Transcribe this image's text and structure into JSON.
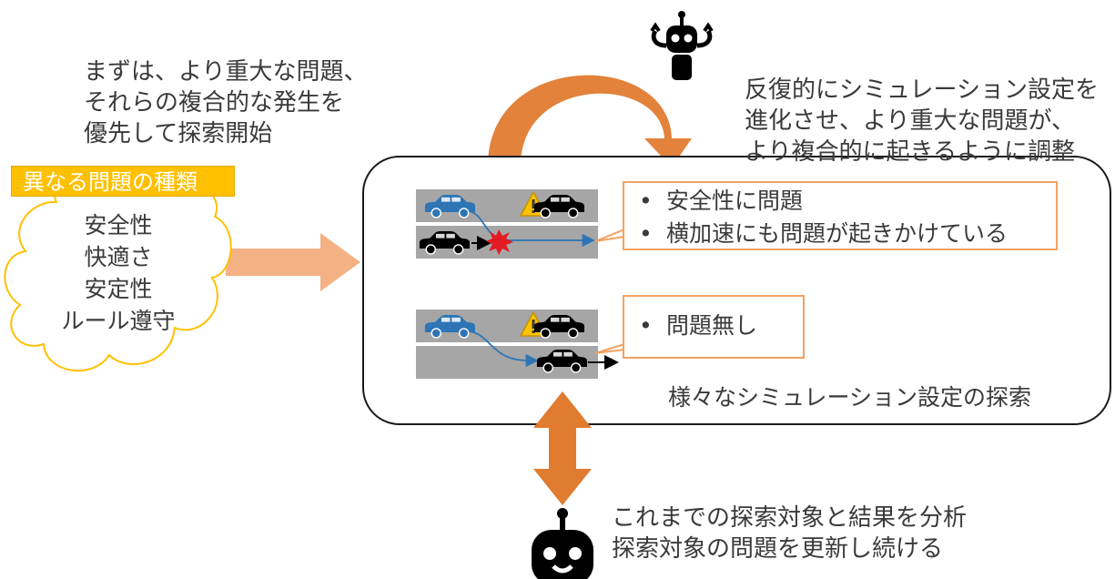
{
  "intro_note": [
    "まずは、より重大な問題、",
    "それらの複合的な発生を",
    "優先して探索開始"
  ],
  "ai_note": [
    "反復的にシミュレーション設定を",
    "進化させ、より重大な問題が、",
    "より複合的に起きるように調整"
  ],
  "problem_types": {
    "tag": "異なる問題の種類",
    "items": [
      "安全性",
      "快適さ",
      "安定性",
      "ルール遵守"
    ]
  },
  "scenario_1": {
    "bullets": [
      "安全性に問題",
      "横加速にも問題が起きかけている"
    ]
  },
  "scenario_2": {
    "bullets": [
      "問題無し"
    ]
  },
  "exploration_label": "様々なシミュレーション設定の探索",
  "analysis_note": [
    "これまでの探索対象と結果を分析",
    "探索対象の問題を更新し続ける"
  ],
  "colors": {
    "orange_arrow": "#e07b30",
    "salmon_arrow": "#f4b183",
    "tag_yellow": "#ffc000",
    "cloud_border": "#ffc000",
    "callout_border": "#f4a261",
    "road": "#a6a6a6",
    "blue_car": "#2e75b6",
    "warning": "#ffc000",
    "collision": "#e31b23"
  },
  "icons": [
    "robot-icon",
    "car-icon",
    "warning-icon",
    "collision-icon"
  ]
}
